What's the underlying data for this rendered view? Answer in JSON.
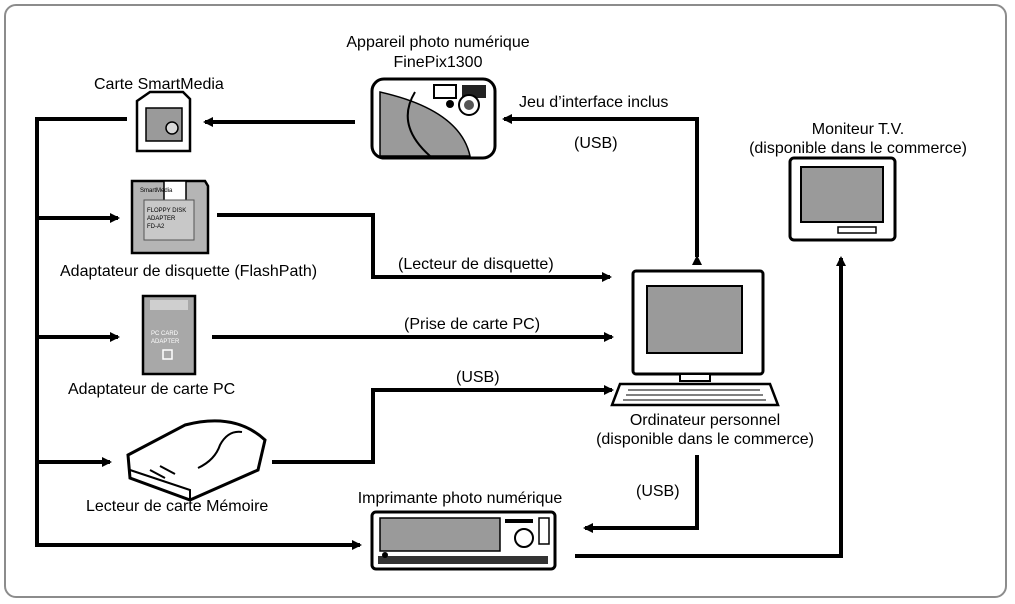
{
  "devices": {
    "camera": [
      "Appareil photo numérique",
      "FinePix1300"
    ],
    "smartmedia": "Carte SmartMedia",
    "floppy_adapter": "Adaptateur de disquette (FlashPath)",
    "pc_card_adapter": "Adaptateur de carte PC",
    "card_reader": "Lecteur de carte Mémoire",
    "printer": "Imprimante photo numérique",
    "computer": [
      "Ordinateur personnel",
      "(disponible dans le commerce)"
    ],
    "monitor": [
      "Moniteur T.V.",
      "(disponible dans le commerce)"
    ]
  },
  "connections": {
    "interface_kit": "Jeu d’interface inclus",
    "camera_usb": "(USB)",
    "floppy_drive": "(Lecteur de disquette)",
    "pc_card_slot": "(Prise de carte PC)",
    "reader_usb": "(USB)",
    "printer_usb": "(USB)"
  },
  "device_markings": {
    "floppy_adapter_brand": "SmartMedia",
    "floppy_adapter_text": [
      "FLOPPY DISK",
      "ADAPTER",
      "FD-A2"
    ],
    "pc_card_text": [
      "PC CARD",
      "ADAPTER"
    ]
  }
}
